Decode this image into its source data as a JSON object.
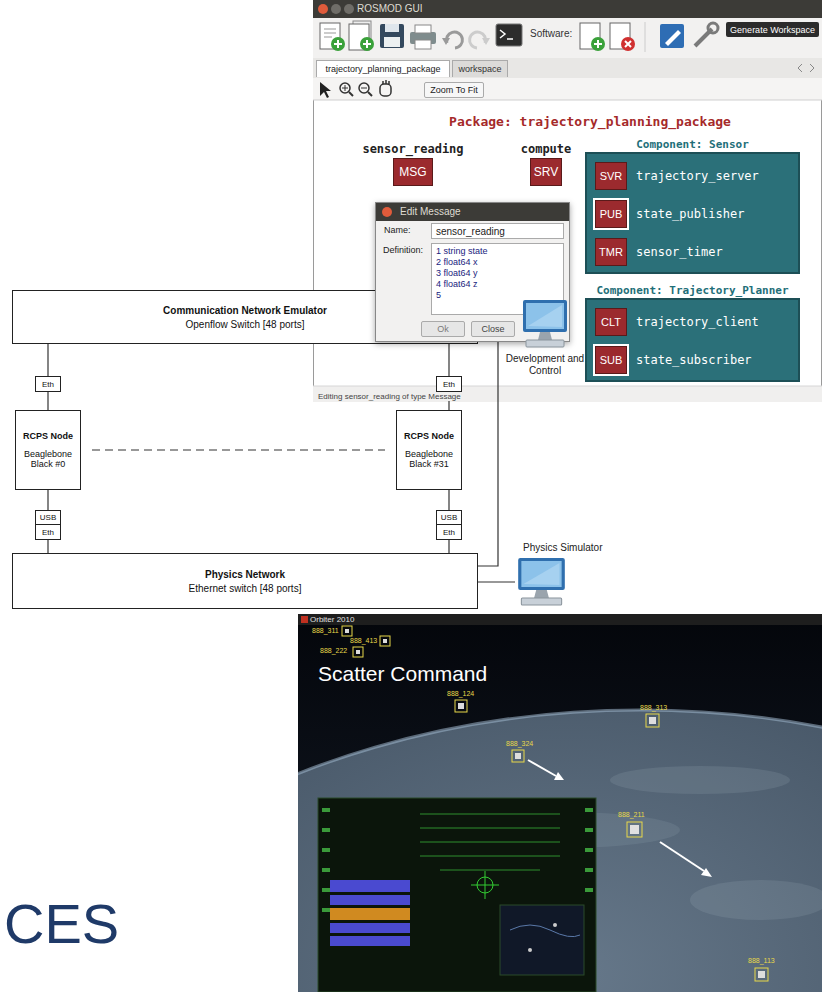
{
  "diagram": {
    "nodes": [
      {
        "text": [
          "ROSMOD GUI"
        ]
      },
      {
        "text": [
          "Generate Workspace"
        ],
        "in": 0
      },
      {
        "text": [
          "trajectory_planning_package"
        ],
        "in": 0
      },
      {
        "text": [
          "workspace"
        ],
        "in": 0
      },
      {
        "text": [
          "Zoom To Fit"
        ],
        "in": 0
      },
      {
        "text": [
          "sensor_reading",
          "MSG"
        ],
        "in": 0
      },
      {
        "text": [
          "compute",
          "SRV"
        ],
        "in": 0
      },
      {
        "text": [
          "Component: Sensor"
        ],
        "in": 0
      },
      {
        "text": [
          "SVR",
          "trajectory_server"
        ],
        "in": 7
      },
      {
        "text": [
          "PUB",
          "state_publisher"
        ],
        "in": 7
      },
      {
        "text": [
          "TMR",
          "sensor_timer"
        ],
        "in": 7
      },
      {
        "text": [
          "Edit Message",
          "Name:",
          "Definition:"
        ],
        "in": 0
      },
      {
        "text": [
          "sensor_reading"
        ],
        "in": 11
      },
      {
        "text": [
          "1 string state",
          "2 float64 x",
          "3 float64 y",
          "4 float64 z",
          "5"
        ],
        "in": 11
      },
      {
        "text": [
          "Ok"
        ],
        "in": 11
      },
      {
        "text": [
          "Close"
        ],
        "in": 11
      },
      {
        "text": [
          "Component: Trajectory_Planner"
        ],
        "in": 0
      },
      {
        "text": [
          "CLT",
          "trajectory_client"
        ],
        "in": 16
      },
      {
        "text": [
          "SUB",
          "state_subscriber"
        ],
        "in": 16
      },
      {
        "text": [
          "Communication Network Emulator",
          "Openflow Switch [48 ports]"
        ]
      },
      {
        "text": [
          "Development and Control"
        ]
      },
      {
        "text": [
          "Eth"
        ]
      },
      {
        "text": [
          "Eth"
        ]
      },
      {
        "text": [
          "RCPS Node",
          "Beaglebone Black #0"
        ]
      },
      {
        "text": [
          "RCPS Node",
          "Beaglebone Black #31"
        ]
      },
      {
        "text": [
          "USB"
        ]
      },
      {
        "text": [
          "Eth"
        ]
      },
      {
        "text": [
          "USB"
        ]
      },
      {
        "text": [
          "Eth"
        ]
      },
      {
        "text": [
          "Physics Network",
          "Ethernet switch [48 ports]"
        ]
      },
      {
        "text": [
          "Physics Simulator"
        ]
      },
      {
        "text": [
          "Orbiter 2010"
        ]
      }
    ],
    "edges": [
      {
        "from": 19,
        "to": 21,
        "arrow": "none"
      },
      {
        "from": 21,
        "to": 23,
        "arrow": "none"
      },
      {
        "from": 19,
        "to": 22,
        "arrow": "none"
      },
      {
        "from": 22,
        "to": 24,
        "arrow": "none"
      },
      {
        "from": 23,
        "to": 25,
        "arrow": "none"
      },
      {
        "from": 26,
        "to": 29,
        "arrow": "none"
      },
      {
        "from": 24,
        "to": 27,
        "arrow": "none"
      },
      {
        "from": 28,
        "to": 29,
        "arrow": "none"
      },
      {
        "from": 20,
        "to": 19,
        "arrow": "none"
      },
      {
        "from": 20,
        "to": 29,
        "arrow": "none"
      },
      {
        "from": 30,
        "to": 29,
        "arrow": "none"
      }
    ],
    "labels": [
      "Software:",
      "Package: trajectory_planning_package",
      "Editing sensor_reading of type Message",
      "Scatter Command",
      "888_311",
      "888_413",
      "888_222",
      "888_124",
      "888_313",
      "888_324",
      "888_211",
      "888_113",
      "CES"
    ]
  }
}
